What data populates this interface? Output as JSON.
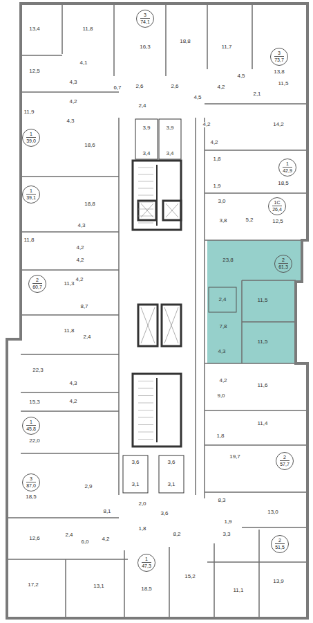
{
  "diagram": {
    "nodes": [
      {
        "text": [
          "3",
          "74,1"
        ]
      },
      {
        "text": [
          "3",
          "73,7"
        ]
      },
      {
        "text": [
          "1",
          "39,0"
        ]
      },
      {
        "text": [
          "1",
          "42,9"
        ]
      },
      {
        "text": [
          "1",
          "39,1"
        ]
      },
      {
        "text": [
          "1С",
          "26,4"
        ]
      },
      {
        "text": [
          "2",
          "61,3"
        ]
      },
      {
        "text": [
          "2",
          "60,7"
        ]
      },
      {
        "text": [
          "1",
          "45,8"
        ]
      },
      {
        "text": [
          "2",
          "57,7"
        ]
      },
      {
        "text": [
          "3",
          "87,0"
        ]
      },
      {
        "text": [
          "2",
          "51,5"
        ]
      },
      {
        "text": [
          "1",
          "47,3"
        ]
      }
    ],
    "labels": [
      "13,4",
      "11,8",
      "16,3",
      "18,8",
      "11,7",
      "13,8",
      "4,1",
      "4,5",
      "12,5",
      "4,3",
      "6,7",
      "2,6",
      "2,6",
      "4,2",
      "11,5",
      "2,1",
      "4,5",
      "4,2",
      "2,4",
      "11,9",
      "4,3",
      "3,9",
      "3,9",
      "4,2",
      "14,2",
      "4,2",
      "18,6",
      "3,4",
      "3,4",
      "1,8",
      "18,5",
      "1,9",
      "18,8",
      "3,0",
      "3,8",
      "5,2",
      "12,5",
      "4,3",
      "11,8",
      "4,2",
      "23,8",
      "4,2",
      "11,3",
      "4,2",
      "2,4",
      "11,5",
      "8,7",
      "7,8",
      "11,8",
      "2,4",
      "11,5",
      "4,3",
      "22,3",
      "4,2",
      "11,6",
      "4,3",
      "15,3",
      "9,0",
      "4,2",
      "11,4",
      "22,0",
      "1,8",
      "19,7",
      "3,6",
      "3,6",
      "2,9",
      "3,1",
      "3,1",
      "18,5",
      "8,1",
      "2,0",
      "3,6",
      "8,3",
      "13,0",
      "1,9",
      "1,8",
      "8,2",
      "3,3",
      "12,6",
      "2,4",
      "6,0",
      "4,2",
      "17,2",
      "13,1",
      "18,5",
      "15,2",
      "11,1",
      "13,9"
    ]
  }
}
